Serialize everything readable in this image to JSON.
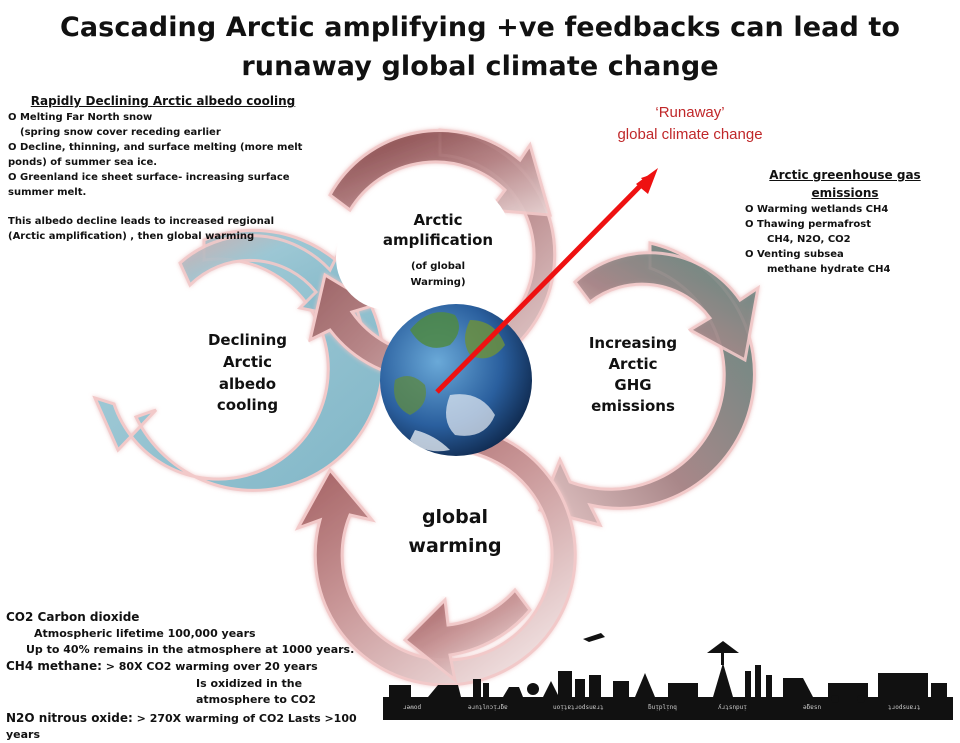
{
  "title": {
    "line1": "Cascading Arctic amplifying +ve feedbacks  can lead to",
    "line2": "runaway global climate change"
  },
  "cycles": {
    "arctic_amplification": {
      "line1": "Arctic",
      "line2": "amplification",
      "sub1": "(of global",
      "sub2": "Warming)"
    },
    "albedo": {
      "line1": "Declining",
      "line2": "Arctic",
      "line3": "albedo",
      "line4": "cooling"
    },
    "ghg": {
      "line1": "Increasing",
      "line2": "Arctic",
      "line3": "GHG",
      "line4": "emissions"
    },
    "global_warming": {
      "line1": "global",
      "line2": "warming"
    }
  },
  "runaway": {
    "line1": "‘Runaway’",
    "line2": "global climate change"
  },
  "albedo_panel": {
    "heading": "Rapidly Declining Arctic albedo  cooling",
    "lines": [
      "O Melting Far North snow",
      "(spring snow cover receding earlier",
      "O Decline, thinning, and surface melting (more melt",
      "ponds)  of summer sea ice.",
      "O Greenland ice sheet surface-  increasing  surface",
      "summer melt.",
      "This albedo decline leads to increased regional",
      "(Arctic amplification)  , then global  warming"
    ]
  },
  "ghg_panel": {
    "heading1": "Arctic greenhouse gas",
    "heading2": "emissions",
    "lines": [
      "O Warming wetlands  CH4",
      "O Thawing  permafrost",
      "CH4, N2O, CO2",
      "O Venting subsea",
      "methane hydrate CH4"
    ]
  },
  "gas_panel": {
    "co2_title": "CO2 Carbon dioxide",
    "co2_line1": "Atmospheric lifetime 100,000 years",
    "co2_line2": "Up to 40% remains  in the atmosphere at 1000 years.",
    "ch4_label": "CH4 methane:",
    "ch4_line1": " > 80X CO2 warming over 20 years",
    "ch4_line2": "Is oxidized in the atmosphere to CO2",
    "n2o_label": "N2O nitrous oxide:",
    "n2o_line1": "  > 270X warming of CO2 Lasts >100 years"
  },
  "strip_labels": [
    "ɹǝʍod",
    "ǝɹnʇlnɔᴉɹƃɐ",
    "uoᴉʇɐʇɹodsuɐɹʇ",
    "ƃuᴉplᴉnq",
    "ʎɹʇsnpuᴉ",
    "ǝƃɐsn",
    "ʇɹodsuɐɹʇ"
  ],
  "colors": {
    "arctic_ring": "#8e4b4d",
    "albedo_ring": "#8fc1d0",
    "ghg_ring": "#6a928a",
    "warming_ring": "#b46e70",
    "runaway_arrow": "#ee1111",
    "runaway_text": "#c0282a"
  }
}
